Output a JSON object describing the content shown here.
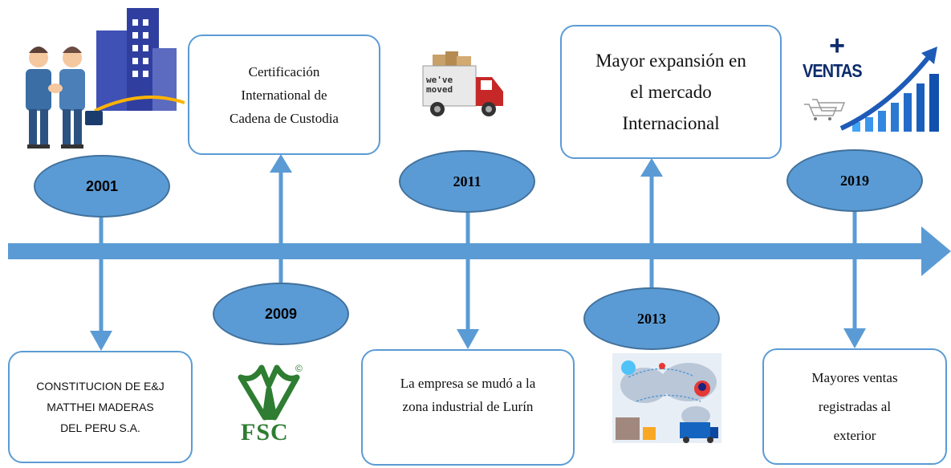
{
  "colors": {
    "accent": "#5b9bd5",
    "accent_dark": "#41719c",
    "fsc_green": "#2e7d32",
    "truck_red": "#c62828"
  },
  "milestones": [
    {
      "year": "2001",
      "text": "CONSTITUCION DE E&J\nMATTHEI MADERAS\nDEL PERU S.A.",
      "icon": "business-handshake-icon"
    },
    {
      "year": "2009",
      "text": "Certificación\nInternational de\nCadena de Custodia",
      "icon": "fsc-logo-icon"
    },
    {
      "year": "2011",
      "text": "La empresa se mudó a la\nzona industrial de Lurín",
      "icon": "moving-truck-icon"
    },
    {
      "year": "2013",
      "text": "Mayor expansión en\nel mercado\nInternacional",
      "icon": "world-logistics-icon"
    },
    {
      "year": "2019",
      "text": "Mayores ventas\nregistradas al\nexterior",
      "icon": "sales-growth-icon"
    }
  ],
  "icon_labels": {
    "truck": "we've\nmoved",
    "sales_plus": "+",
    "sales_word": "VENTAS",
    "fsc": "FSC",
    "fsc_mark": "©"
  }
}
